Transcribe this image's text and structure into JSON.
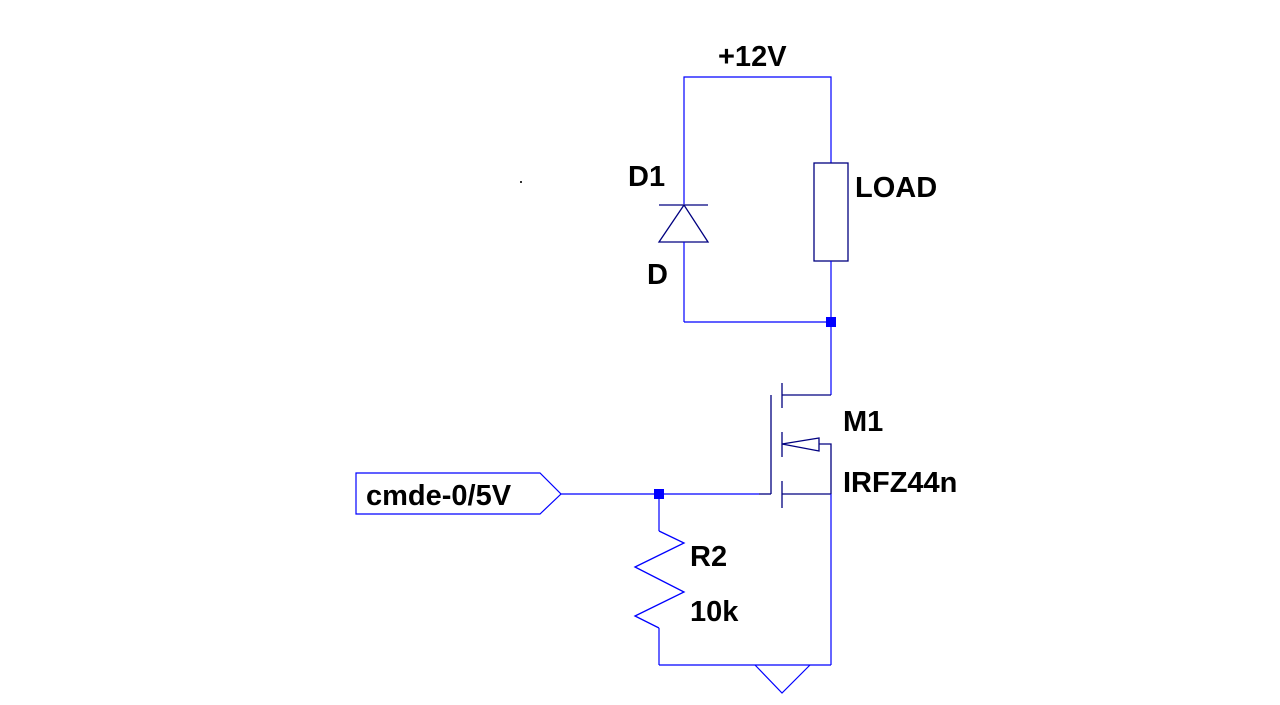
{
  "schematic": {
    "colors": {
      "wire": "#0000ff",
      "component": "#000080",
      "text": "#000000",
      "background": "#ffffff"
    },
    "supply": {
      "label": "+12V"
    },
    "diode": {
      "ref": "D1",
      "model": "D"
    },
    "load": {
      "label": "LOAD"
    },
    "mosfet": {
      "ref": "M1",
      "model": "IRFZ44n"
    },
    "resistor": {
      "ref": "R2",
      "value": "10k"
    },
    "net_label": {
      "text": "cmde-0/5V"
    },
    "ground": {
      "symbol": "ground-icon"
    }
  }
}
